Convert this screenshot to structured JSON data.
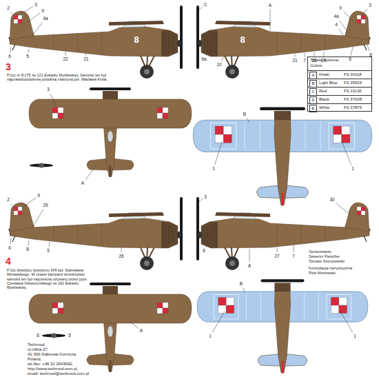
{
  "diagram": {
    "nodes": [
      {
        "text": [
          "Tabela Kolorów:",
          "Colors:"
        ]
      },
      {
        "text": [
          "A",
          "Khaki",
          "FS 30118"
        ],
        "in": 0
      },
      {
        "text": [
          "B",
          "Light Blue",
          "FS 35526"
        ],
        "in": 0
      },
      {
        "text": [
          "C",
          "Red",
          "FS 31136"
        ],
        "in": 0
      },
      {
        "text": [
          "D",
          "Black",
          "FS 37038"
        ],
        "in": 0
      },
      {
        "text": [
          "E",
          "White",
          "FS 37875"
        ],
        "in": 0
      }
    ],
    "labels": [
      "2",
      "3",
      "9",
      "4a",
      "6",
      "5",
      "22",
      "21",
      "8",
      "C",
      "A",
      "3",
      "9",
      "4a",
      "4",
      "8",
      "6a",
      "10",
      "21",
      "7",
      "23",
      "24",
      "6",
      "8",
      "3",
      "P.11c nr 8.175 ze 121 Eskadry Myśliwskiej. Samolot ten był najprawdopodobniej podobną maszyną por. Wacława Króla.",
      "3",
      "A",
      "B",
      "1",
      "1",
      "2",
      "9",
      "29",
      "6",
      "8",
      "5",
      "26",
      "3",
      "30",
      "6",
      "27",
      "7",
      "A",
      "4",
      "P.11c dowódcy dywizjonu III/6 kpt. Stanisława Morawskiego. W czasie kampanii wrześniowej samolot ten był najczęściej używany przez ppor. Czesława Główczyńskiego ze 162 Eskadry Myśliwskiej.",
      "A",
      "6",
      "5",
      "B",
      "1",
      "1",
      "Opracowanie:",
      "Seweryn Fleischer",
      "Tomasz Gronczewski",
      "Konsultacja merytoryczna",
      "Piotr Mrozowski.",
      "Techmod,",
      "ul.Ułtha 27,",
      "41-300 Dąbrowa Górnicza,",
      "Poland,",
      "tel./fax: +48 32 2643692,",
      "http://www.techmod.com.pl,",
      "email: techmod@techmod.com.pl"
    ]
  }
}
